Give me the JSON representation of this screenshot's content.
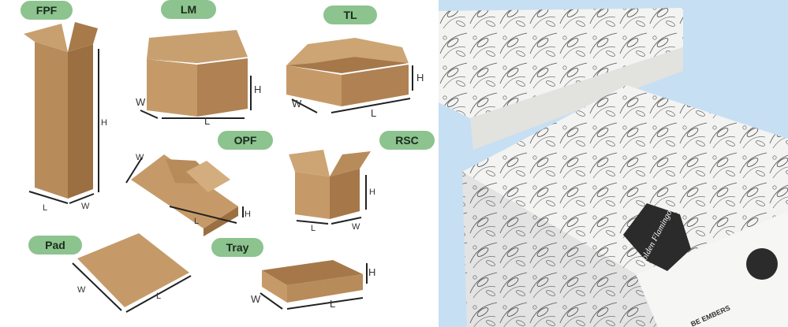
{
  "box_styles": [
    {
      "code": "FPF"
    },
    {
      "code": "LM"
    },
    {
      "code": "TL"
    },
    {
      "code": "OPF"
    },
    {
      "code": "RSC"
    },
    {
      "code": "Pad"
    },
    {
      "code": "Tray"
    }
  ],
  "dimension_labels": {
    "length": "L",
    "width": "W",
    "height": "H"
  },
  "photo": {
    "box_brand": "Golden Flamingo",
    "side_brand": "BE EMBERS"
  },
  "colors": {
    "label_pill": "#8cc38e",
    "kraft": "#c99e6c",
    "photo_background": "#c7dff3"
  }
}
